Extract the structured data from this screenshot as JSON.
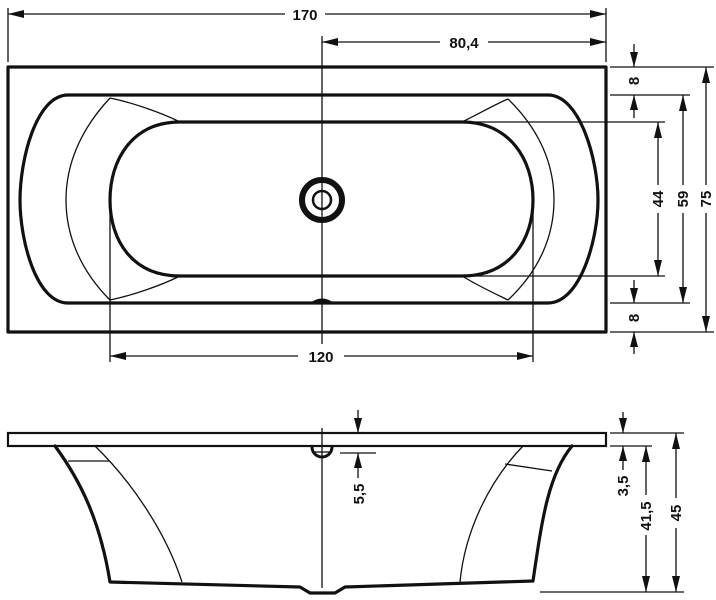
{
  "drawing": {
    "type": "technical-drawing",
    "subject": "double-ended rectangular bathtub",
    "line_color": "#111111",
    "background": "#ffffff",
    "views": {
      "top_view": {
        "name": "plan view",
        "dimensions": {
          "overall_length": "170",
          "drain_offset": "80,4",
          "inner_basin_length": "120",
          "rim_top": "8",
          "rim_bottom": "8",
          "inner_basin_width": "44",
          "inner_width": "59",
          "overall_width": "75"
        }
      },
      "side_view": {
        "name": "elevation view",
        "dimensions": {
          "overflow_depth": "5,5",
          "rim_thickness": "3,5",
          "inner_depth": "41,5",
          "overall_height": "45"
        }
      }
    }
  }
}
